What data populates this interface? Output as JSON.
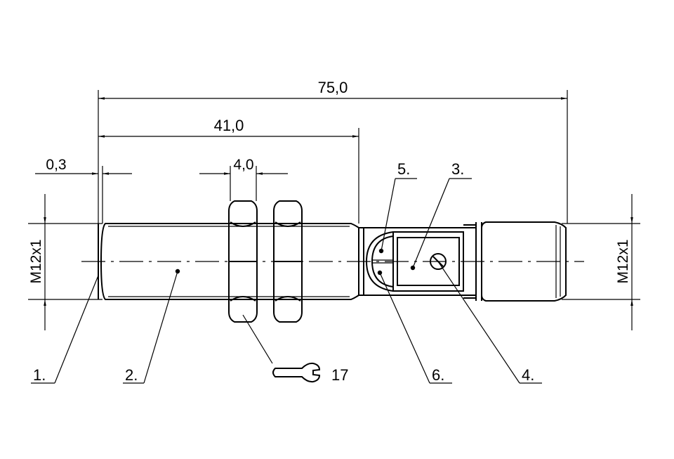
{
  "dimensions": {
    "overall_length": "75,0",
    "thread_length": "41,0",
    "nut_width": "4,0",
    "tip_offset": "0,3",
    "thread_left": "M12x1",
    "thread_right": "M12x1",
    "wrench_size": "17"
  },
  "callouts": {
    "c1": "1.",
    "c2": "2.",
    "c3": "3.",
    "c4": "4.",
    "c5": "5.",
    "c6": "6."
  },
  "icons": {
    "wrench": "wrench-icon"
  }
}
